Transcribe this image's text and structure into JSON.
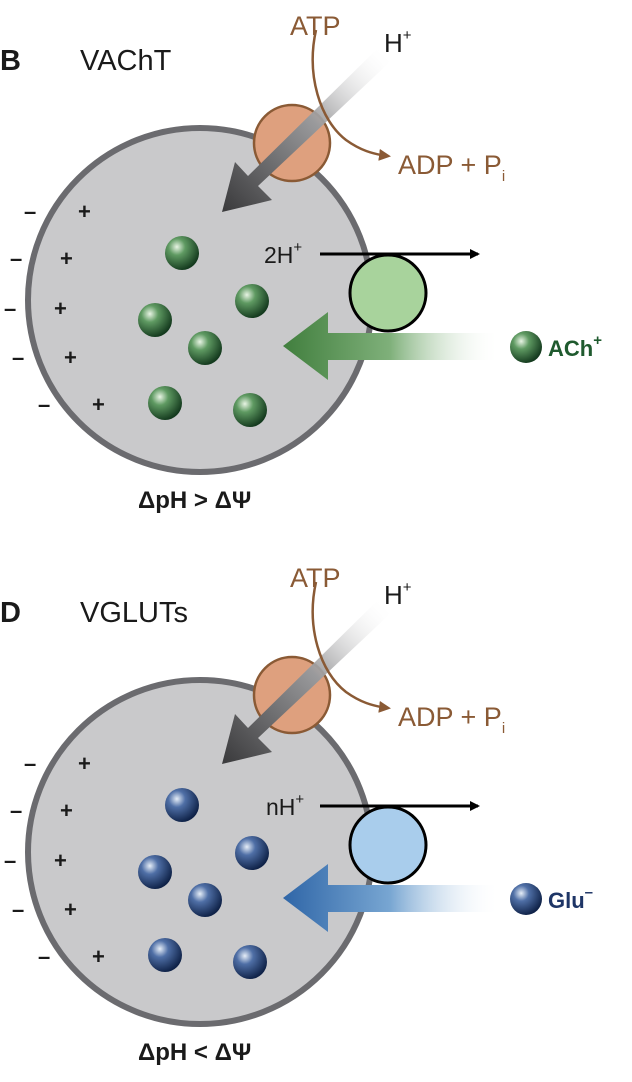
{
  "colors": {
    "vesicle_fill": "#c9c9cb",
    "vesicle_stroke": "#6b6b6f",
    "atpase_fill": "#dea07e",
    "atp_text": "#8a5a35",
    "proton_arrow": "#4a4a4c",
    "ach_color": "#2f6a3a",
    "ach_transporter": "#a8d39c",
    "glu_color": "#2d4a7a",
    "glu_transporter": "#a9cdec"
  },
  "panels": [
    {
      "panel_letter": "B",
      "title": "VAChT",
      "atp_label": "ATP",
      "h_label": "H",
      "h_sup": "+",
      "adp_label": "ADP + P",
      "adp_sub": "i",
      "exchange_label": "2H",
      "exchange_sup": "+",
      "substrate_label": "ACh",
      "substrate_sup": "+",
      "relation": "ΔpH > ΔΨ",
      "minus_sign": "–",
      "plus_sign": "+"
    },
    {
      "panel_letter": "D",
      "title": "VGLUTs",
      "atp_label": "ATP",
      "h_label": "H",
      "h_sup": "+",
      "adp_label": "ADP + P",
      "adp_sub": "i",
      "exchange_label": "nH",
      "exchange_sup": "+",
      "substrate_label": "Glu",
      "substrate_sup": "–",
      "relation": "ΔpH < ΔΨ",
      "minus_sign": "–",
      "plus_sign": "+"
    }
  ]
}
